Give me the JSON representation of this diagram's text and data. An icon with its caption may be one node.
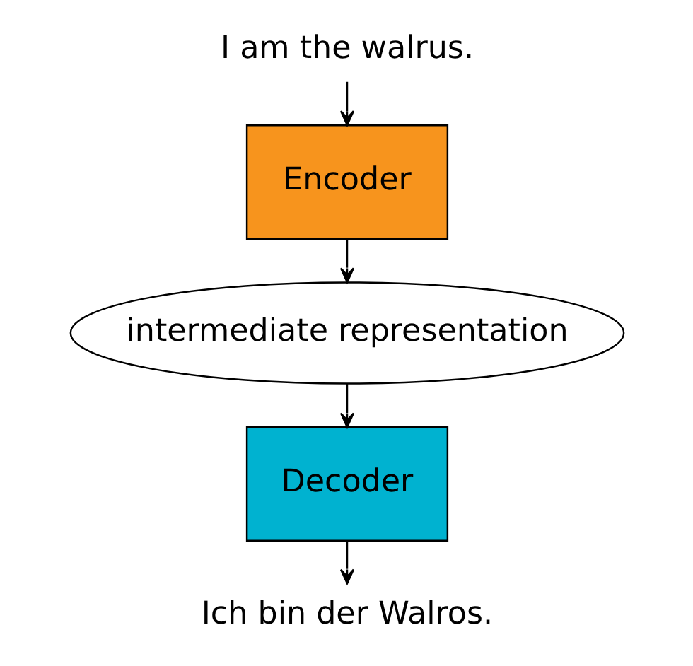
{
  "diagram": {
    "nodes": [
      {
        "text": [
          "I am the walrus."
        ]
      },
      {
        "text": [
          "Encoder"
        ]
      },
      {
        "text": [
          "intermediate representation"
        ]
      },
      {
        "text": [
          "Decoder"
        ]
      },
      {
        "text": [
          "Ich bin der Walros."
        ]
      }
    ],
    "edges": [
      {
        "from": 0,
        "to": 1,
        "arrow": "to"
      },
      {
        "from": 1,
        "to": 2,
        "arrow": "to"
      },
      {
        "from": 2,
        "to": 3,
        "arrow": "to"
      },
      {
        "from": 3,
        "to": 4,
        "arrow": "to"
      }
    ]
  }
}
